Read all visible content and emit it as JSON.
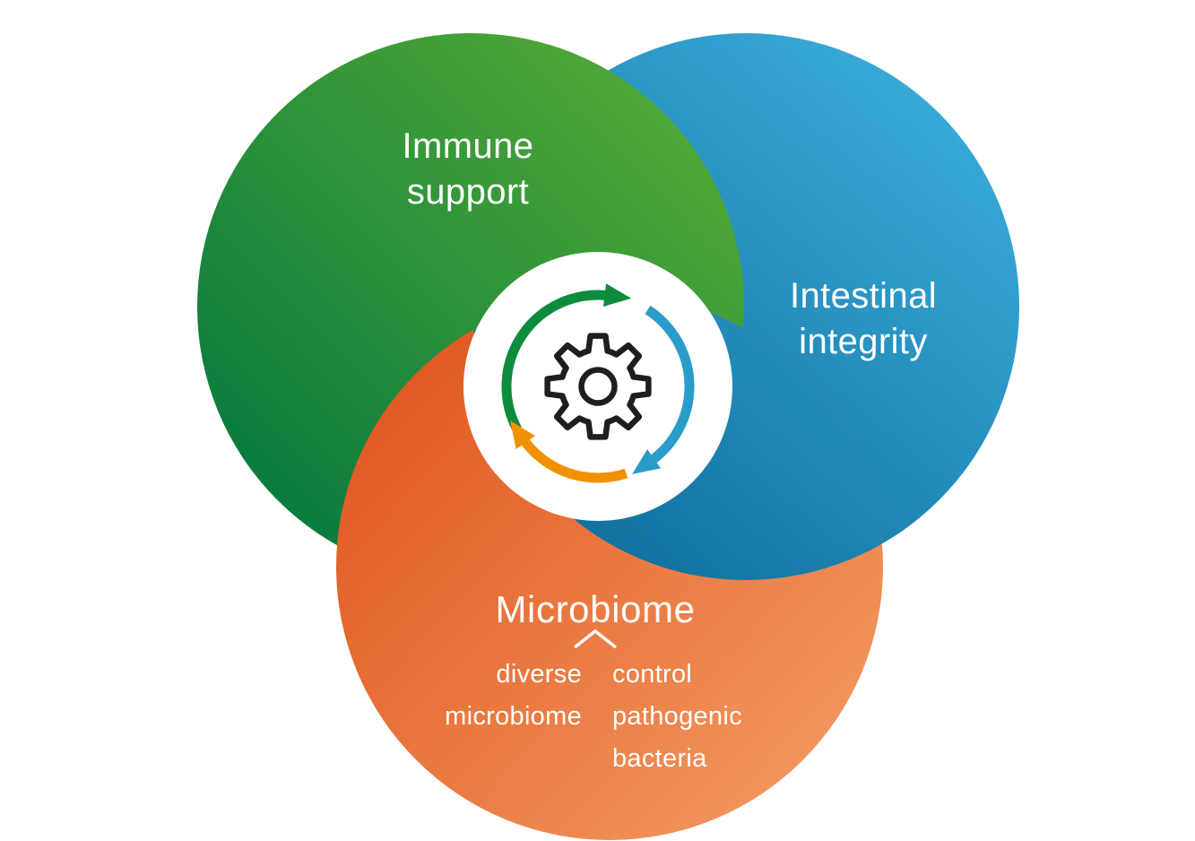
{
  "diagram": {
    "type": "venn-pinwheel",
    "description": "Three interlocking circles around a central gear-cycle icon"
  },
  "labels": {
    "immune": {
      "line1": "Immune",
      "line2": "support"
    },
    "intestinal": {
      "line1": "Intestinal",
      "line2": "integrity"
    },
    "microbiome": {
      "title": "Microbiome"
    },
    "microbiome_sub_left": {
      "line1": "diverse",
      "line2": "microbiome"
    },
    "microbiome_sub_right": {
      "line1": "control",
      "line2": "pathogenic",
      "line3": "bacteria"
    }
  },
  "icons": {
    "center": "gear-cycle",
    "branch": "caret-up"
  },
  "colors": {
    "background": "#ffffff",
    "text": "#ffffff",
    "green_light": "#4fa836",
    "green_dark": "#0a7b3e",
    "blue_light": "#3aacda",
    "blue_dark": "#10709e",
    "orange_light": "#f2965e",
    "orange_dark": "#e05a22",
    "arrow_green": "#0e8c3d",
    "arrow_blue": "#2a9cc9",
    "arrow_orange": "#f29100",
    "gear_stroke": "#1e1e1c",
    "disc_fill": "#ffffff"
  }
}
